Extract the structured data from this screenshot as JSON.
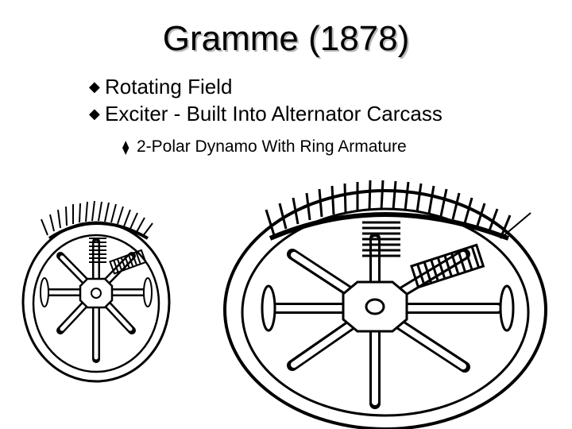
{
  "slide": {
    "title": "Gramme (1878)",
    "bullets": [
      {
        "marker": "u",
        "text": "Rotating Field"
      },
      {
        "marker": "u",
        "text": "Exciter - Built Into Alternator Carcass"
      }
    ],
    "sub_bullet": {
      "marker": "t",
      "text": "2-Polar Dynamo With Ring Armature"
    }
  },
  "figures": [
    {
      "name": "small-gramme-machine-drawing"
    },
    {
      "name": "large-gramme-machine-drawing"
    }
  ],
  "colors": {
    "text": "#000000",
    "title_shadow": "#b9b9b9",
    "background": "#ffffff"
  }
}
